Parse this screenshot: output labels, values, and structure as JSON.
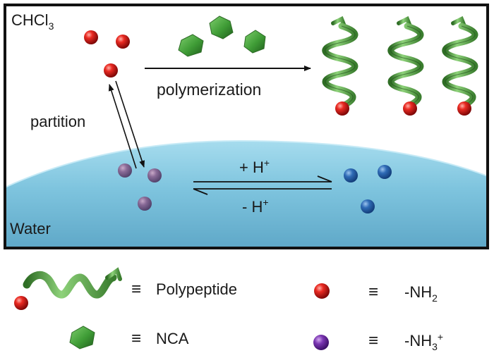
{
  "phases": {
    "organic": {
      "label": "CHCl",
      "subscript": "3"
    },
    "aqueous": {
      "label": "Water"
    }
  },
  "arrows": {
    "polymerization": "polymerization",
    "partition": "partition",
    "protonation": {
      "text": "+ H",
      "superscript": "+"
    },
    "deprotonation": {
      "text": "- H",
      "superscript": "+"
    }
  },
  "legend": {
    "polypeptide": {
      "symbol": "≡",
      "label": "Polypeptide"
    },
    "nca": {
      "symbol": "≡",
      "label": "NCA"
    },
    "amine": {
      "symbol": "≡",
      "label": "-NH",
      "subscript": "2"
    },
    "ammonium": {
      "symbol": "≡",
      "label": "-NH",
      "subscript": "3",
      "superscript": "+"
    }
  },
  "colors": {
    "amine_red": "#e0141a",
    "ammonium_purple": "#6a2aa0",
    "protonated_blue": "#2d6ab4",
    "nca_green": "#3f9c36",
    "helix_green": "#4a9a3a",
    "water_blue": "#7cc4de",
    "frame": "#111111"
  }
}
